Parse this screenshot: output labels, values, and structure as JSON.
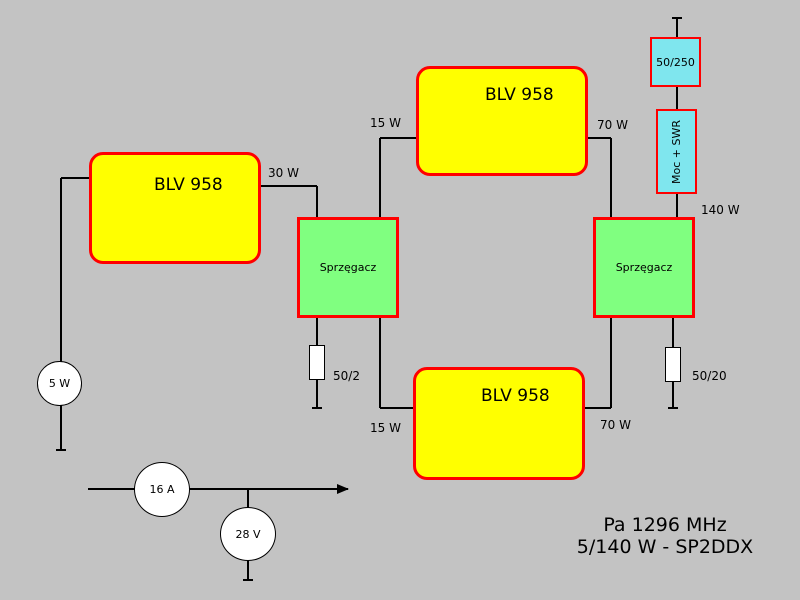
{
  "amplifiers": [
    {
      "label": "BLV 958"
    },
    {
      "label": "BLV 958"
    },
    {
      "label": "BLV 958"
    }
  ],
  "couplers": [
    {
      "label": "Sprzęgacz"
    },
    {
      "label": "Sprzęgacz"
    }
  ],
  "load_boxes": {
    "load": "50/250",
    "meter": "Moc + SWR"
  },
  "resistors": [
    {
      "label": "50/2"
    },
    {
      "label": "50/20"
    }
  ],
  "meters": [
    {
      "label": "5 W"
    },
    {
      "label": "16 A"
    },
    {
      "label": "28 V"
    }
  ],
  "power_labels": {
    "in_amp1": "30 W",
    "top_in": "15 W",
    "top_out": "70 W",
    "bottom_in": "15 W",
    "bottom_out": "70 W",
    "combined": "140 W"
  },
  "title": {
    "line1": "Pa 1296 MHz",
    "line2": "5/140 W - SP2DDX"
  },
  "colors": {
    "background": "#c3c3c3",
    "amplifier": "#ffff00",
    "coupler": "#80ff80",
    "box": "#7fe6ee",
    "border": "#ff0000"
  }
}
